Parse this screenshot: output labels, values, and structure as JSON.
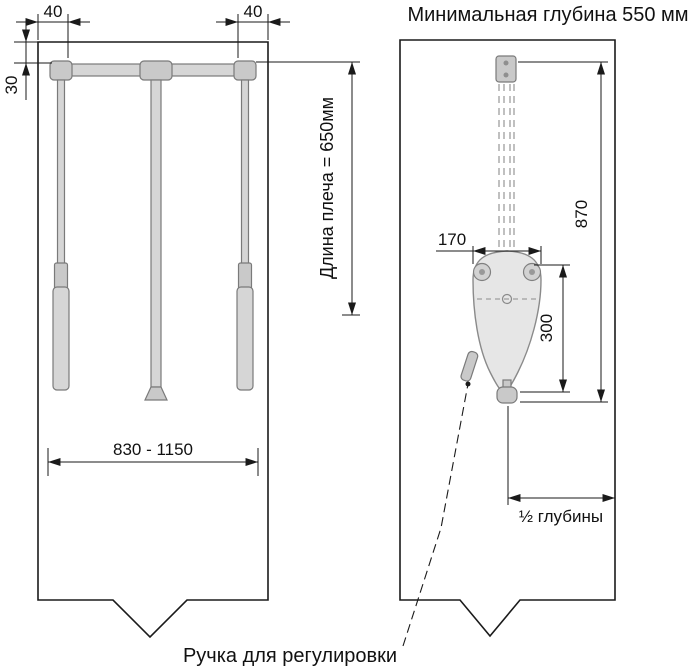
{
  "colors": {
    "line": "#1a1a1a",
    "metal_fill": "#d6d6d6",
    "metal_stroke": "#7a7a7a",
    "dashed_line": "#9e9e9e"
  },
  "front_view": {
    "dim_offset_left": "40",
    "dim_offset_right": "40",
    "dim_top_gap": "30",
    "dim_arm_length": "Длина плеча = 650мм",
    "dim_width_range": "830 - 1150"
  },
  "side_view": {
    "title": "Минимальная глубина 550 мм",
    "dim_overall_height": "870",
    "dim_mechanism_width": "170",
    "dim_mechanism_height": "300",
    "dim_half_depth": "½ глубины"
  },
  "callout": {
    "adjustment_handle": "Ручка для регулировки"
  }
}
